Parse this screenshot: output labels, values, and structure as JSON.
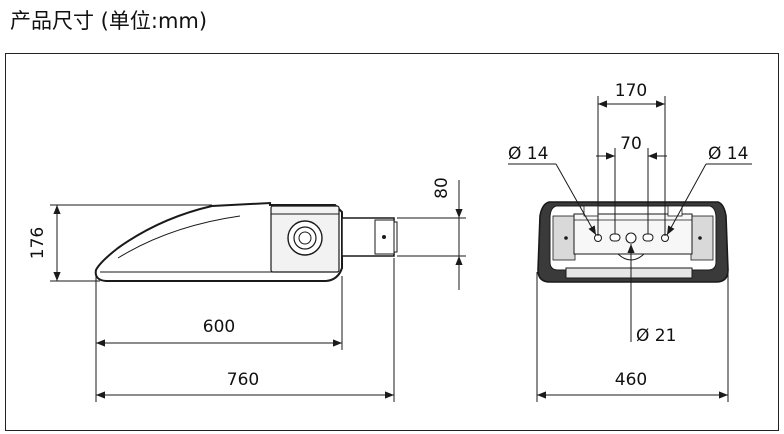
{
  "title": "产品尺寸 (单位:mm)",
  "side_view": {
    "height_label": "176",
    "lamp_length_label": "600",
    "total_length_label": "760",
    "spigot_label": "80"
  },
  "rear_view": {
    "hole_spacing_outer_label": "170",
    "hole_spacing_inner_label": "70",
    "hole_dia_left_label": "Ø 14",
    "hole_dia_right_label": "Ø 14",
    "center_hole_label": "Ø 21",
    "width_label": "460"
  },
  "colors": {
    "line": "#1a1a1a",
    "body_fill": "#ffffff",
    "shade": "#cfcfcf"
  }
}
